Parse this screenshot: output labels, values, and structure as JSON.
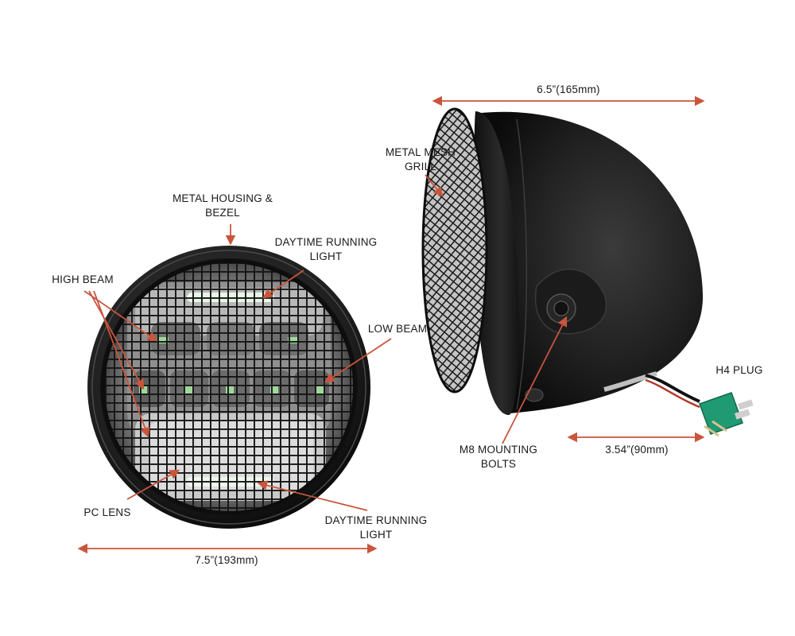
{
  "colors": {
    "annotation_arrow": "#c9553d",
    "housing": "#1c1c1c",
    "mesh": "#111111",
    "led_glow": "#9fd89a",
    "plug": "#1f9a72",
    "background": "#ffffff"
  },
  "front_view": {
    "labels": {
      "housing": [
        "METAL HOUSING &",
        "BEZEL"
      ],
      "drl_top": [
        "DAYTIME RUNNING",
        "LIGHT"
      ],
      "high_beam": [
        "HIGH BEAM"
      ],
      "low_beam": [
        "LOW BEAM"
      ],
      "pc_lens": [
        "PC LENS"
      ],
      "drl_bottom": [
        "DAYTIME RUNNING",
        "LIGHT"
      ]
    },
    "dimension": "7.5”(193mm)"
  },
  "side_view": {
    "labels": {
      "mesh_grill": [
        "METAL MESH",
        "GRILL"
      ],
      "h4_plug": [
        "H4 PLUG"
      ],
      "mounting_bolts": [
        "M8 MOUNTING",
        "BOLTS"
      ]
    },
    "dimension_width": "6.5”(165mm)",
    "dimension_depth": "3.54”(90mm)"
  }
}
